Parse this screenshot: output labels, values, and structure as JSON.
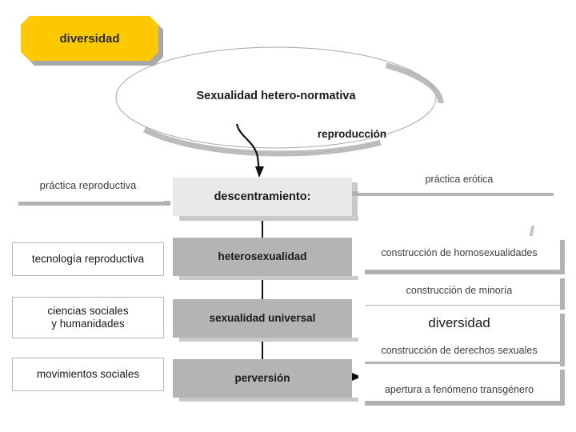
{
  "diagram": {
    "title_callout": "diversidad",
    "ellipse": {
      "label": "Sexualidad hetero-normativa",
      "sub_label": "reproducción"
    },
    "left_column": [
      {
        "label": "práctica reproductiva",
        "style": "shadow-card"
      },
      {
        "label": "tecnología reproductiva",
        "style": "outline"
      },
      {
        "label": "ciencias sociales\ny humanidades",
        "style": "outline"
      },
      {
        "label": "movimientos sociales",
        "style": "outline"
      }
    ],
    "left_column_items": {
      "practica_reproductiva": "práctica reproductiva",
      "tecnologia_reproductiva": "tecnología reproductiva",
      "ciencias_line1": "ciencias sociales",
      "ciencias_line2": "y humanidades",
      "movimientos_sociales": "movimientos sociales"
    },
    "center_column": {
      "descentramiento": "descentramiento:",
      "heterosexualidad": "heterosexualidad",
      "sexualidad_universal": "sexualidad universal",
      "perversion": "perversión"
    },
    "right_column": {
      "practica_erotica": "práctica erótica",
      "construccion_homosexualidades": "construcción de homosexualidades",
      "construccion_minoria": "construcción de minoría",
      "diversidad": "diversidad",
      "construccion_derechos": "construcción de derechos sexuales",
      "apertura_transgenero": "apertura a fenómeno transgénero"
    },
    "colors": {
      "callout_yellow": "#fcc800",
      "shadow_gray": "#b2b2b2",
      "light_gray_box": "#e9e9e9",
      "dark_gray_box": "#b4b4b4",
      "outline_gray": "#b5b5b5",
      "text_dark": "#1a1a1a",
      "text_muted": "#3d3d3d",
      "connector_black": "#101010"
    },
    "connectors": [
      {
        "name": "ellipse-to-descentramiento",
        "kind": "curved-arrow"
      },
      {
        "name": "descentramiento-to-perversion",
        "kind": "vertical-line"
      },
      {
        "name": "perversion-to-apertura",
        "kind": "horizontal-arrow"
      }
    ]
  }
}
